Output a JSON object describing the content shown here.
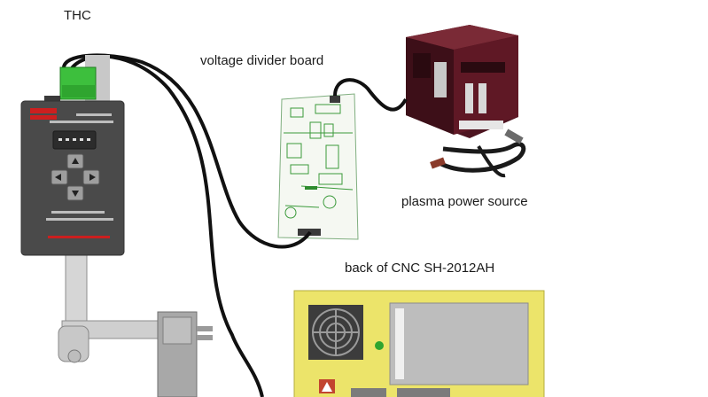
{
  "labels": {
    "thc": "THC",
    "voltage_divider_board": "voltage divider board",
    "plasma_power_source": "plasma power source",
    "back_of_cnc": "back of CNC SH-2012AH"
  },
  "colors": {
    "thc_body": "#4a4a4a",
    "thc_brand": "#cc1f1f",
    "connector_green": "#38c038",
    "cable": "#111111",
    "board_green": "#3a9a3a",
    "power_source_red": "#5a1722",
    "cnc_panel": "#ece46a"
  },
  "icons": [
    "arrow-up-icon",
    "arrow-left-icon",
    "arrow-right-icon",
    "arrow-down-icon",
    "fan-icon",
    "warning-icon"
  ]
}
